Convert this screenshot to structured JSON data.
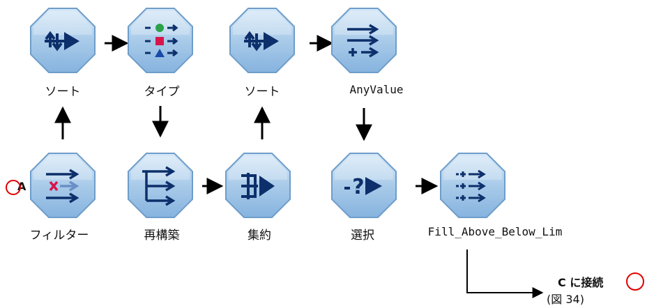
{
  "nodes": [
    {
      "id": "sort1",
      "label": "ソート",
      "icon": "sort-icon"
    },
    {
      "id": "type",
      "label": "タイプ",
      "icon": "type-icon"
    },
    {
      "id": "sort2",
      "label": "ソート",
      "icon": "sort-icon"
    },
    {
      "id": "anyvalue",
      "label": "AnyValue",
      "icon": "derive-icon"
    },
    {
      "id": "filter",
      "label": "フィルター",
      "icon": "filter-icon"
    },
    {
      "id": "restructure",
      "label": "再構築",
      "icon": "restructure-icon"
    },
    {
      "id": "aggregate",
      "label": "集約",
      "icon": "aggregate-icon"
    },
    {
      "id": "select",
      "label": "選択",
      "icon": "select-icon"
    },
    {
      "id": "fill",
      "label": "Fill_Above_Below_Lim",
      "icon": "filler-icon"
    }
  ],
  "connector_in": {
    "letter": "A"
  },
  "connector_out": {
    "line1": "C に接続",
    "line2": "(図 34)"
  },
  "colors": {
    "node_fill": "#a9cbe9",
    "node_edge": "#6e9dc9",
    "icon_dark": "#0d2f6b",
    "marker": "#e00000"
  }
}
